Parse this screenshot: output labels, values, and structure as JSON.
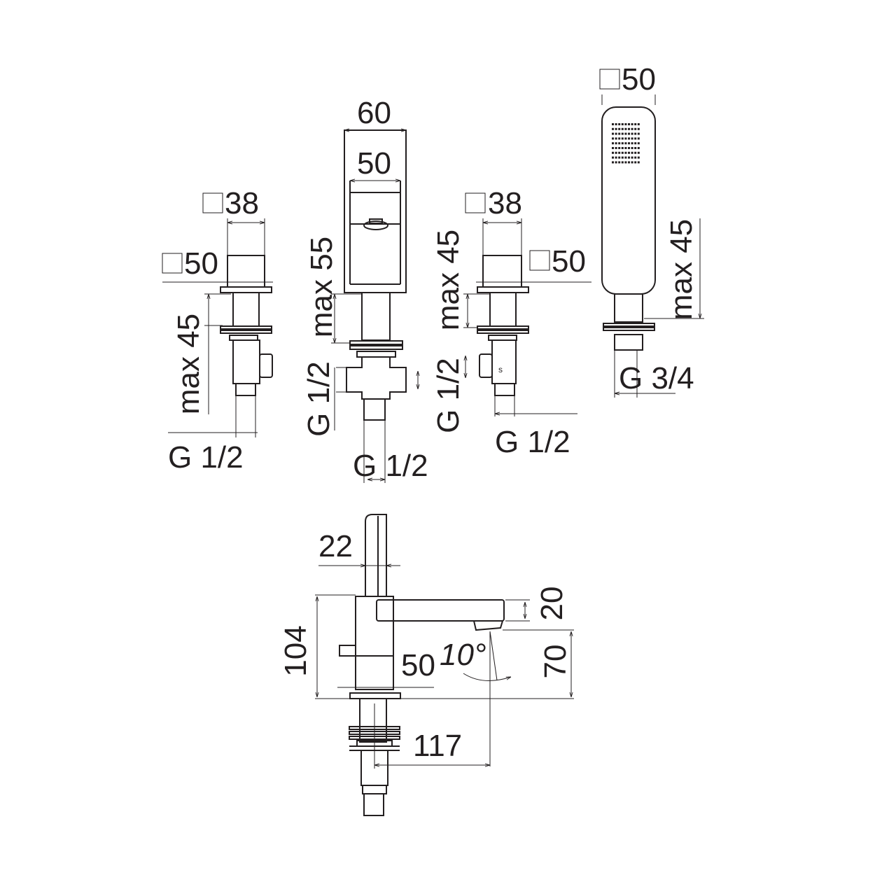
{
  "left_valve": {
    "handle_square": "38",
    "plate_square": "50",
    "max_height": "max 45",
    "connection": "G 1/2"
  },
  "spout_unit": {
    "width_outer": "60",
    "width_inner": "50",
    "max_height": "max 55",
    "side_connection": "G 1/2",
    "bottom_connection": "G 1/2"
  },
  "right_valve": {
    "handle_square": "38",
    "plate_square": "50",
    "max_height": "max 45",
    "side_connection": "G 1/2",
    "connection": "G 1/2",
    "mark": "s"
  },
  "hand_shower": {
    "square": "50",
    "max_height": "max 45",
    "connection": "G 3/4"
  },
  "side_view": {
    "lever_width": "22",
    "spout_height": "20",
    "total_height": "104",
    "body": "50",
    "angle": "10°",
    "outlet_height": "70",
    "reach": "117"
  }
}
